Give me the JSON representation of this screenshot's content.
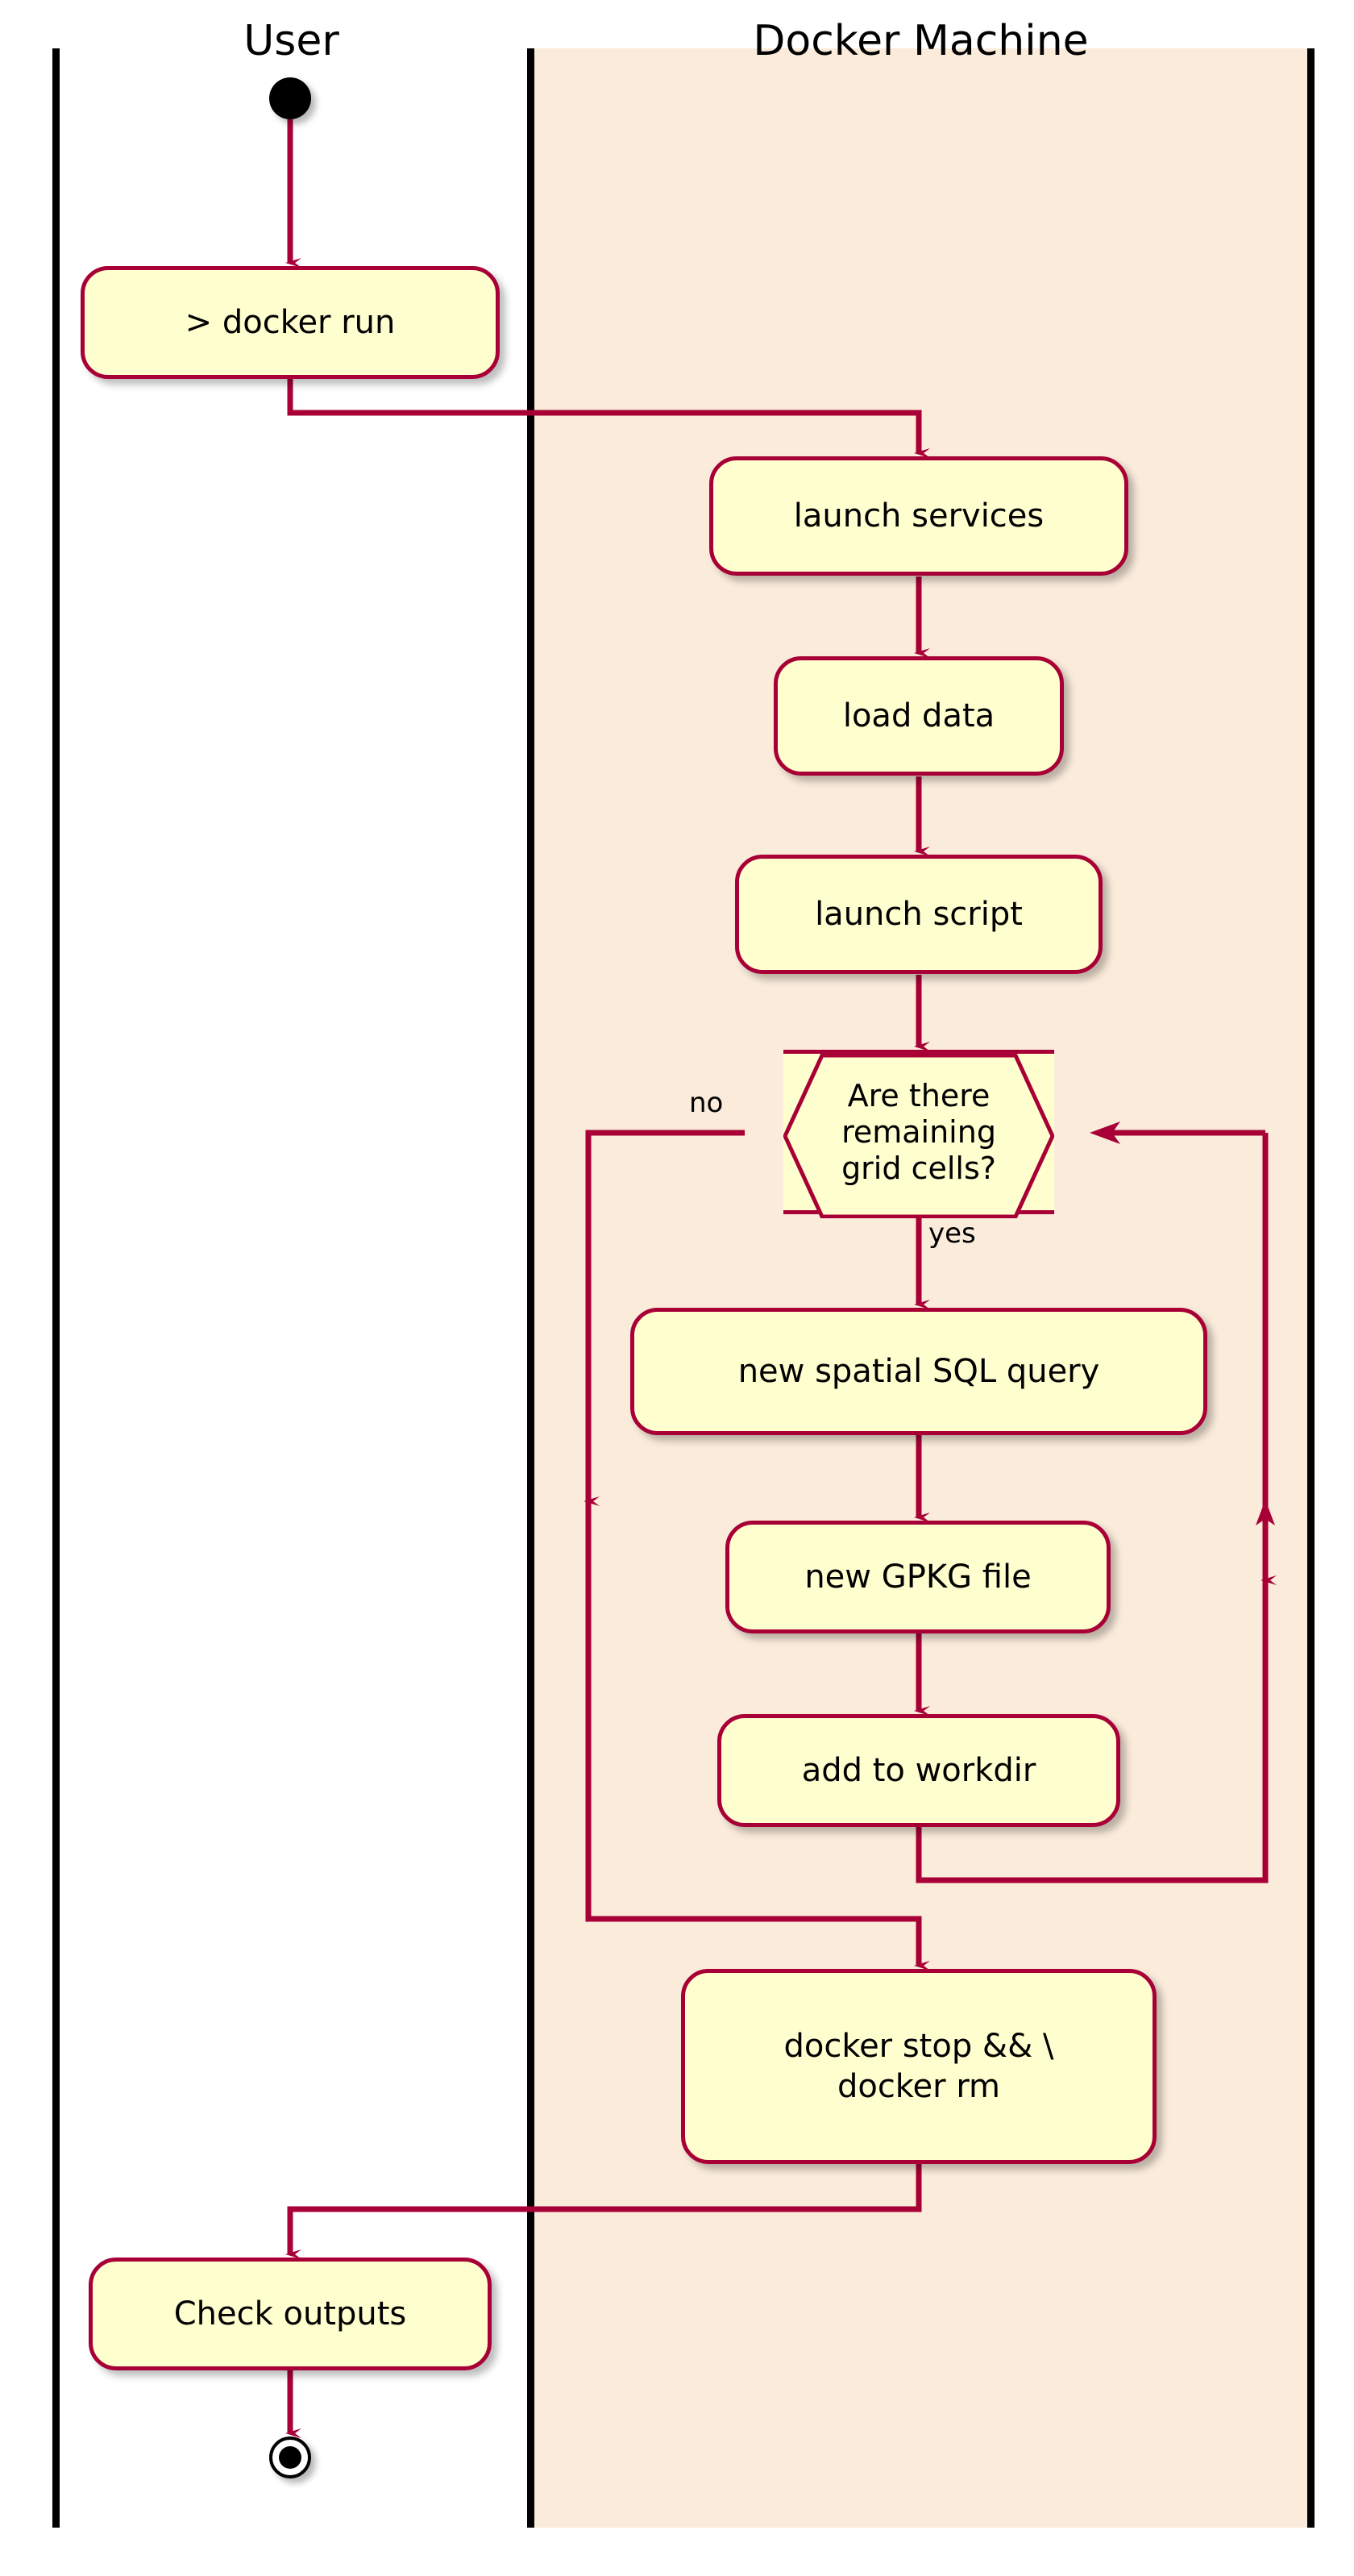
{
  "diagram": {
    "type": "activity-swimlane",
    "title": "",
    "colors": {
      "lane_user_bg": "#FFFFFF",
      "lane_docker_bg": "#FAEBDB",
      "lane_divider": "#000000",
      "node_fill": "#FEFECE",
      "node_border": "#A80036",
      "connector": "#A80036",
      "text": "#000000"
    }
  },
  "lanes": [
    {
      "id": "user",
      "title": "User"
    },
    {
      "id": "docker",
      "title": "Docker Machine"
    }
  ],
  "nodes": {
    "start": {
      "kind": "start-node",
      "lane": "user"
    },
    "docker_run": {
      "kind": "activity",
      "lane": "user",
      "label": "> docker run"
    },
    "launch_services": {
      "kind": "activity",
      "lane": "docker",
      "label": "launch services"
    },
    "load_data": {
      "kind": "activity",
      "lane": "docker",
      "label": "load data"
    },
    "launch_script": {
      "kind": "activity",
      "lane": "docker",
      "label": "launch script"
    },
    "decision": {
      "kind": "decision",
      "lane": "docker",
      "label": "Are there\nremaining\ngrid cells?"
    },
    "sql_query": {
      "kind": "activity",
      "lane": "docker",
      "label": "new spatial SQL query"
    },
    "gpkg_file": {
      "kind": "activity",
      "lane": "docker",
      "label": "new GPKG file"
    },
    "add_workdir": {
      "kind": "activity",
      "lane": "docker",
      "label": "add to workdir"
    },
    "docker_stop": {
      "kind": "activity",
      "lane": "docker",
      "label": "docker stop && \\\ndocker rm"
    },
    "check_outputs": {
      "kind": "activity",
      "lane": "user",
      "label": "Check outputs"
    },
    "end": {
      "kind": "end-node",
      "lane": "user"
    }
  },
  "edges": [
    {
      "from": "start",
      "to": "docker_run",
      "label": ""
    },
    {
      "from": "docker_run",
      "to": "launch_services",
      "label": ""
    },
    {
      "from": "launch_services",
      "to": "load_data",
      "label": ""
    },
    {
      "from": "load_data",
      "to": "launch_script",
      "label": ""
    },
    {
      "from": "launch_script",
      "to": "decision",
      "label": ""
    },
    {
      "from": "decision",
      "to": "sql_query",
      "label": "yes"
    },
    {
      "from": "decision",
      "to": "docker_stop",
      "label": "no"
    },
    {
      "from": "sql_query",
      "to": "gpkg_file",
      "label": ""
    },
    {
      "from": "gpkg_file",
      "to": "add_workdir",
      "label": ""
    },
    {
      "from": "add_workdir",
      "to": "decision",
      "label": ""
    },
    {
      "from": "docker_stop",
      "to": "check_outputs",
      "label": ""
    },
    {
      "from": "check_outputs",
      "to": "end",
      "label": ""
    }
  ],
  "edge_labels": {
    "no": "no",
    "yes": "yes"
  }
}
